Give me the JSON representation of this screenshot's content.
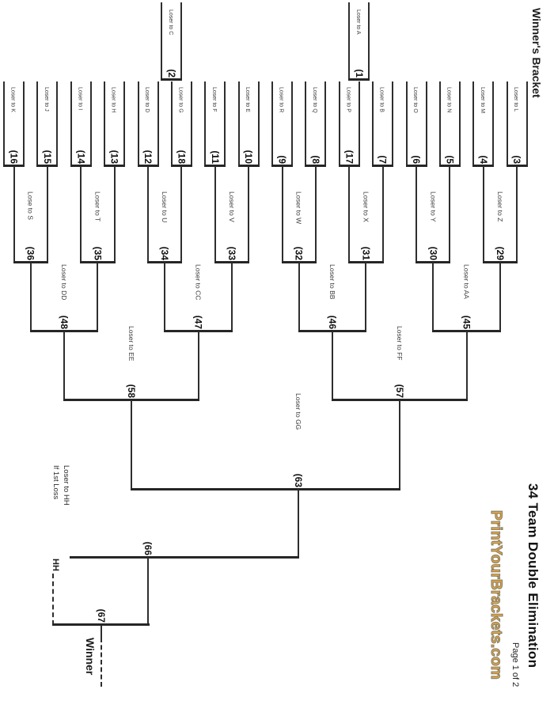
{
  "page": {
    "winners_bracket_label": "Winner's Bracket",
    "title": "34 Team Double Elimination",
    "brand": "PrintYourBrackets.com",
    "page_label": "Page 1 of 2",
    "colors": {
      "line": "#2E2E2E",
      "brand_fill": "#EFA63C",
      "brand_outline": "#8E8468"
    }
  },
  "bracket": {
    "playin_games": [
      {
        "number": "(1",
        "loser_label": "Loser to A"
      },
      {
        "number": "(2",
        "loser_label": "Loser to C"
      }
    ],
    "round1": [
      {
        "number": "(16",
        "loser_label": "Loser to K"
      },
      {
        "number": "(15",
        "loser_label": "Loser to J"
      },
      {
        "number": "(14",
        "loser_label": "Loser to I"
      },
      {
        "number": "(13",
        "loser_label": "Loser to H"
      },
      {
        "number": "(12",
        "loser_label": "Loser to D"
      },
      {
        "number": "(18",
        "loser_label": "Loser to G"
      },
      {
        "number": "(11",
        "loser_label": "Loser to F"
      },
      {
        "number": "(10",
        "loser_label": "Loser to E"
      },
      {
        "number": "(9",
        "loser_label": "Loser to R"
      },
      {
        "number": "(8",
        "loser_label": "Loser to Q"
      },
      {
        "number": "(17",
        "loser_label": "Loser to P"
      },
      {
        "number": "(7",
        "loser_label": "Loser to B"
      },
      {
        "number": "(6",
        "loser_label": "Loser to O"
      },
      {
        "number": "(5",
        "loser_label": "Loser to N"
      },
      {
        "number": "(4",
        "loser_label": "Loser to M"
      },
      {
        "number": "(3",
        "loser_label": "Loser to L"
      }
    ],
    "round2": [
      {
        "number": "(36",
        "loser_label": "Lose to S"
      },
      {
        "number": "(35",
        "loser_label": "Loser to T"
      },
      {
        "number": "(34",
        "loser_label": "Loser to U"
      },
      {
        "number": "(33",
        "loser_label": "Loser to V"
      },
      {
        "number": "(32",
        "loser_label": "Loser to W"
      },
      {
        "number": "(31",
        "loser_label": "Loser to X"
      },
      {
        "number": "(30",
        "loser_label": "Loser to Y"
      },
      {
        "number": "(29",
        "loser_label": "Loser to Z"
      }
    ],
    "round3": [
      {
        "number": "(48",
        "loser_label": "Loser to DD"
      },
      {
        "number": "(47",
        "loser_label": "Loser to CC"
      },
      {
        "number": "(46",
        "loser_label": "Loser to BB"
      },
      {
        "number": "(45",
        "loser_label": "Loser to AA"
      }
    ],
    "round4": [
      {
        "number": "(58",
        "loser_label": "Loser to EE"
      },
      {
        "number": "(57",
        "loser_label": "Loser to FF"
      }
    ],
    "semifinal": {
      "number": "(63",
      "loser_label": "Loser to GG"
    },
    "championship": {
      "number": "(66",
      "hh_entry_label": "HH",
      "note_line1": "Loser to HH",
      "note_line2": "If 1st Loss"
    },
    "if_necessary": {
      "number": "(67"
    },
    "winner_label": "Winner"
  }
}
